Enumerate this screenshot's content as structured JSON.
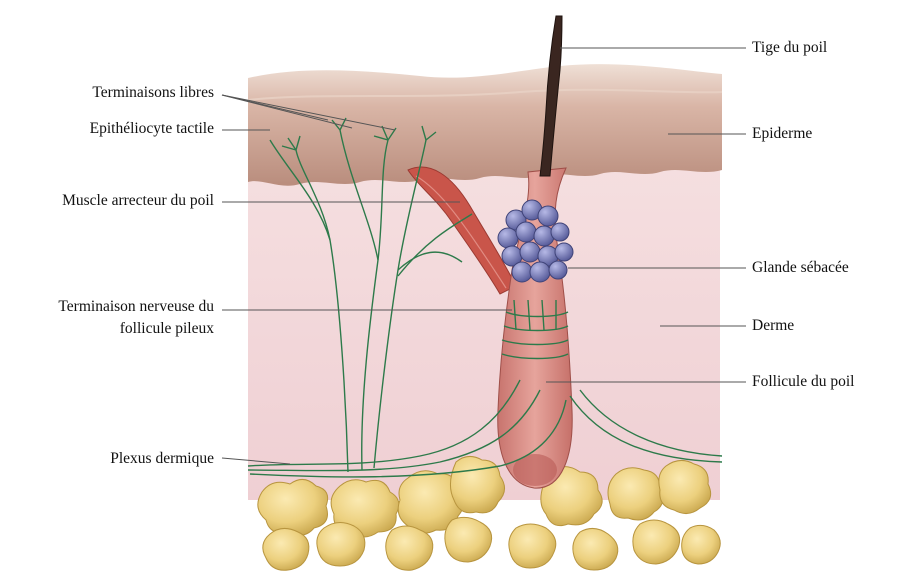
{
  "labels": {
    "left": {
      "terminaisons_libres": "Terminaisons libres",
      "epitheliocyte_tactile": "Epithéliocyte tactile",
      "muscle_arrecteur": "Muscle arrecteur du poil",
      "terminaison_nerveuse_l1": "Terminaison nerveuse du",
      "terminaison_nerveuse_l2": "follicule pileux",
      "plexus_dermique": "Plexus dermique"
    },
    "right": {
      "tige_du_poil": "Tige du poil",
      "epiderme": "Epiderme",
      "glande_sebacee": "Glande sébacée",
      "derme": "Derme",
      "follicule_du_poil": "Follicule du poil"
    }
  },
  "colors": {
    "epidermis": "#c9a394",
    "dermis": "#f2d6d8",
    "fat": "#ecd07e",
    "nerve": "#2d7a4a",
    "gland": "#7b7fb8",
    "muscle": "#c9554a",
    "follicle": "#d78e86",
    "hair": "#3a2620"
  }
}
